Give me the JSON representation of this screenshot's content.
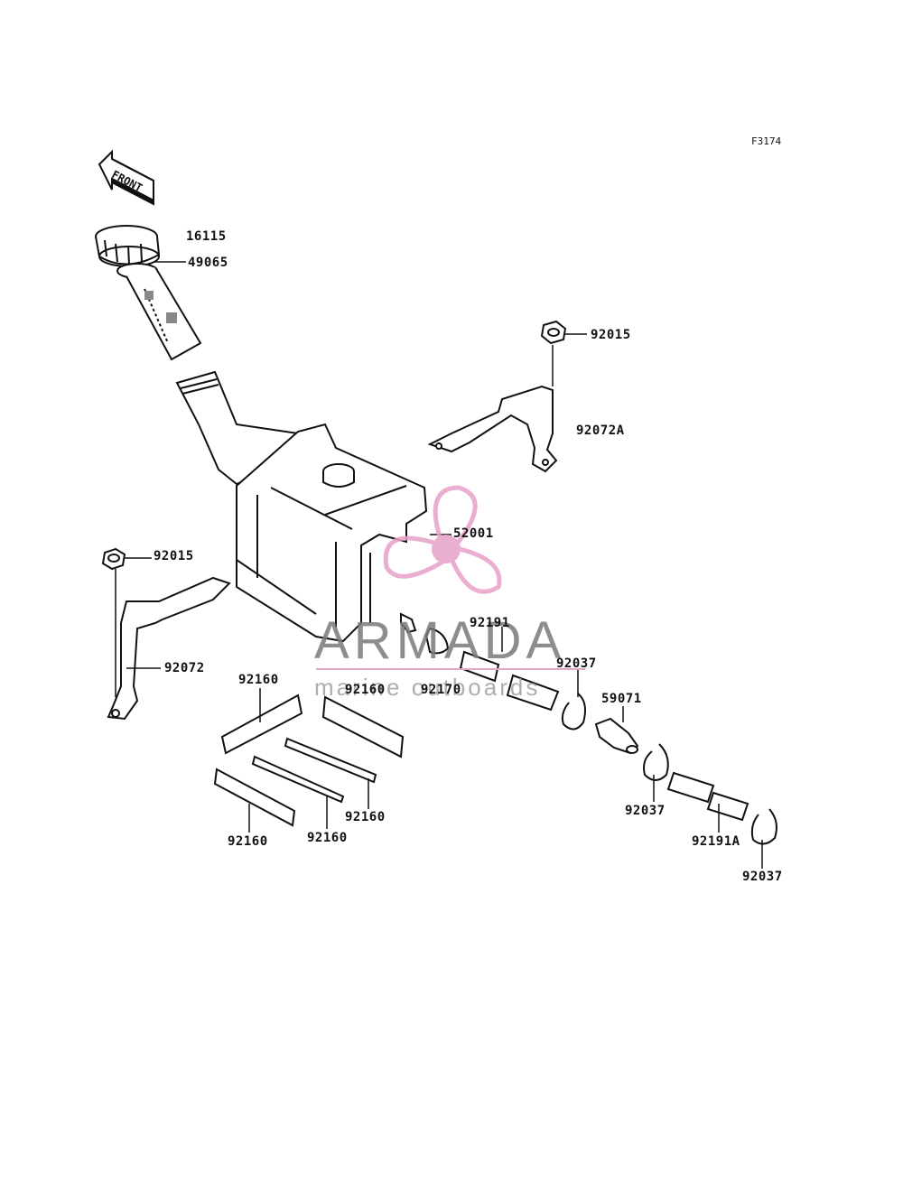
{
  "figure_code": "F3174",
  "front_label": "FRONT",
  "watermark": {
    "title": "ARMADA",
    "subtitle": "marine outboards",
    "color": "#e7a1c8"
  },
  "parts": {
    "p16115": "16115",
    "p49065": "49065",
    "p92015_a": "92015",
    "p92072A": "92072A",
    "p52001": "52001",
    "p92015_b": "92015",
    "p92072": "92072",
    "p92191": "92191",
    "p92037_a": "92037",
    "p92160_a": "92160",
    "p92160_b": "92160",
    "p92170": "92170",
    "p59071": "59071",
    "p92160_c": "92160",
    "p92037_b": "92037",
    "p92160_d": "92160",
    "p92160_e": "92160",
    "p92191A": "92191A",
    "p92037_c": "92037"
  }
}
